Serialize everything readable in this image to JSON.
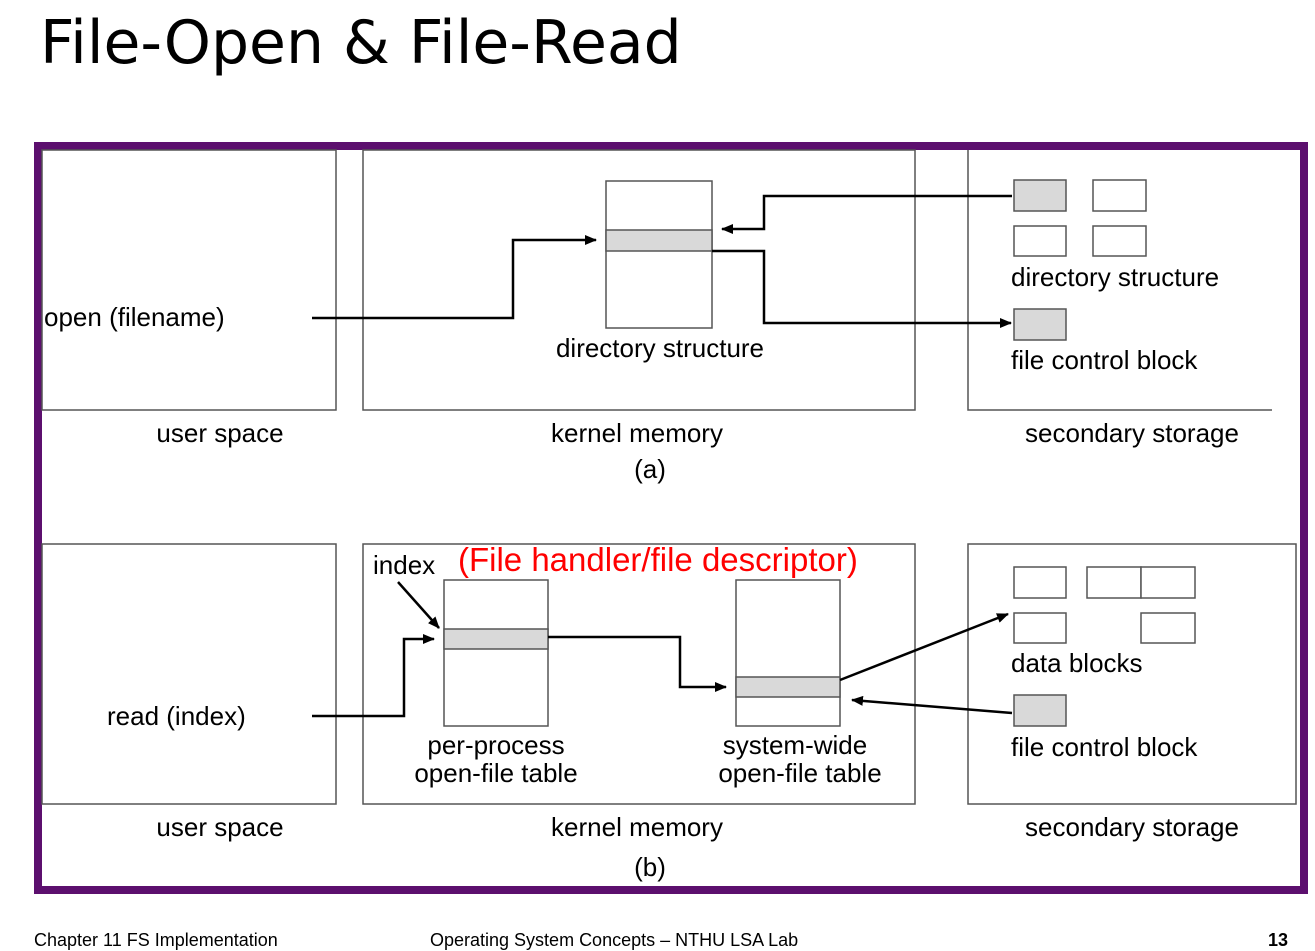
{
  "slide": {
    "title": "File-Open & File-Read",
    "footer_left": "Chapter 11 FS Implementation",
    "footer_center": "Operating System Concepts – NTHU LSA Lab",
    "page_number": "13"
  },
  "diagram": {
    "border_color": "#5c0f6e",
    "cell_fill": "#d9d9d9",
    "annotation_color": "#ff0000",
    "part_a": {
      "caption": "(a)",
      "region_user": "user space",
      "region_kernel": "kernel memory",
      "region_storage": "secondary storage",
      "call_label": "open (filename)",
      "kernel_table_label": "directory structure",
      "storage_dir_label": "directory structure",
      "storage_fcb_label": "file control block"
    },
    "part_b": {
      "caption": "(b)",
      "region_user": "user space",
      "region_kernel": "kernel memory",
      "region_storage": "secondary storage",
      "call_label": "read (index)",
      "index_label": "index",
      "handler_annotation": "(File handler/file descriptor)",
      "per_process_line1": "per-process",
      "per_process_line2": "open-file table",
      "system_wide_line1": "system-wide",
      "system_wide_line2": "open-file table",
      "data_blocks_label": "data blocks",
      "fcb_label": "file control block"
    }
  }
}
